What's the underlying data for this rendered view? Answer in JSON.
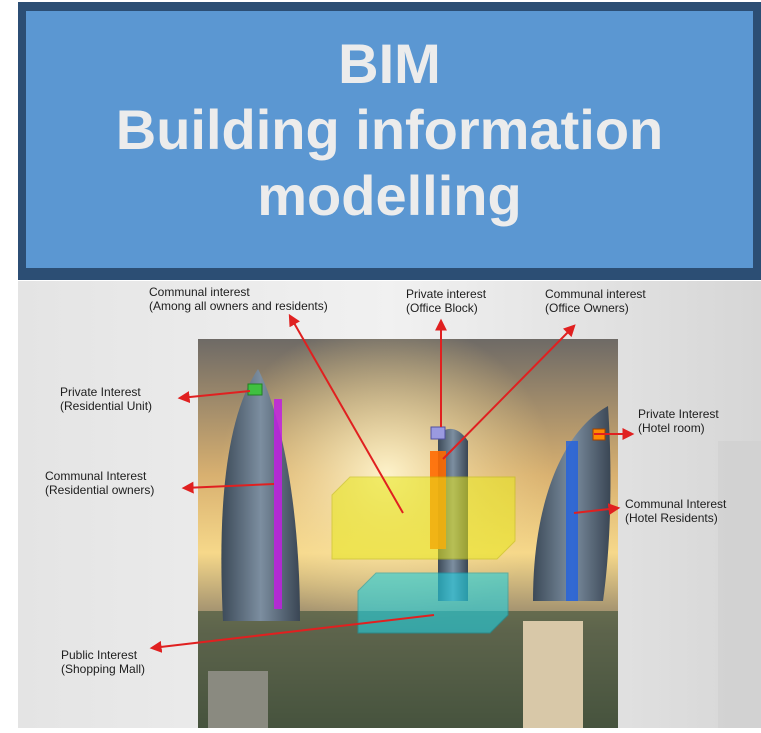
{
  "title": {
    "line1": "BIM",
    "line2": "Building information",
    "line3": "modelling"
  },
  "labels": {
    "communal_all": {
      "line1": "Communal interest",
      "line2": "(Among all owners and residents)"
    },
    "private_office": {
      "line1": "Private interest",
      "line2": "(Office Block)"
    },
    "communal_office": {
      "line1": "Communal interest",
      "line2": "(Office Owners)"
    },
    "private_residential": {
      "line1": "Private Interest",
      "line2": "(Residential Unit)"
    },
    "communal_residential": {
      "line1": "Communal Interest",
      "line2": "(Residential owners)"
    },
    "private_hotel": {
      "line1": "Private Interest",
      "line2": "(Hotel room)"
    },
    "communal_hotel": {
      "line1": "Communal Interest",
      "line2": "(Hotel Residents)"
    },
    "public_mall": {
      "line1": "Public Interest",
      "line2": "(Shopping Mall)"
    }
  },
  "colors": {
    "banner_border": "#2c4e74",
    "banner_fill": "#5b97d2",
    "title_text": "#ececec",
    "arrow": "#e02020",
    "communal_all_box": "#e8e81a",
    "office_column": "#ff6a00",
    "residential_column": "#c020e0",
    "hotel_column": "#2060e0",
    "mall_box": "#20d0e0",
    "unit_marker": "#40c040"
  }
}
